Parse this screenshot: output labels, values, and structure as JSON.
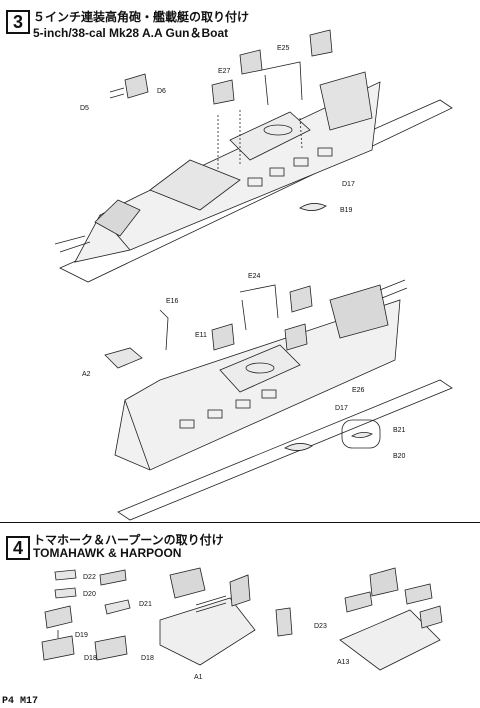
{
  "steps": [
    {
      "number": "3",
      "title_jp": "５インチ連装高角砲・艦載艇の取り付け",
      "title_en": "5-inch/38-cal Mk28 A.A Gun＆Boat",
      "parts": [
        "E25",
        "E27",
        "D6",
        "D5",
        "D17",
        "B19",
        "E24",
        "E16",
        "E11",
        "A2",
        "E26",
        "D17",
        "B21",
        "B20"
      ]
    },
    {
      "number": "4",
      "title_jp": "トマホーク＆ハープーンの取り付け",
      "title_en": "TOMAHAWK & HARPOON",
      "parts": [
        "D22",
        "D20",
        "D21",
        "D19",
        "D18",
        "D18",
        "A1",
        "D23",
        "A13"
      ]
    }
  ],
  "footer": "P4 M17"
}
